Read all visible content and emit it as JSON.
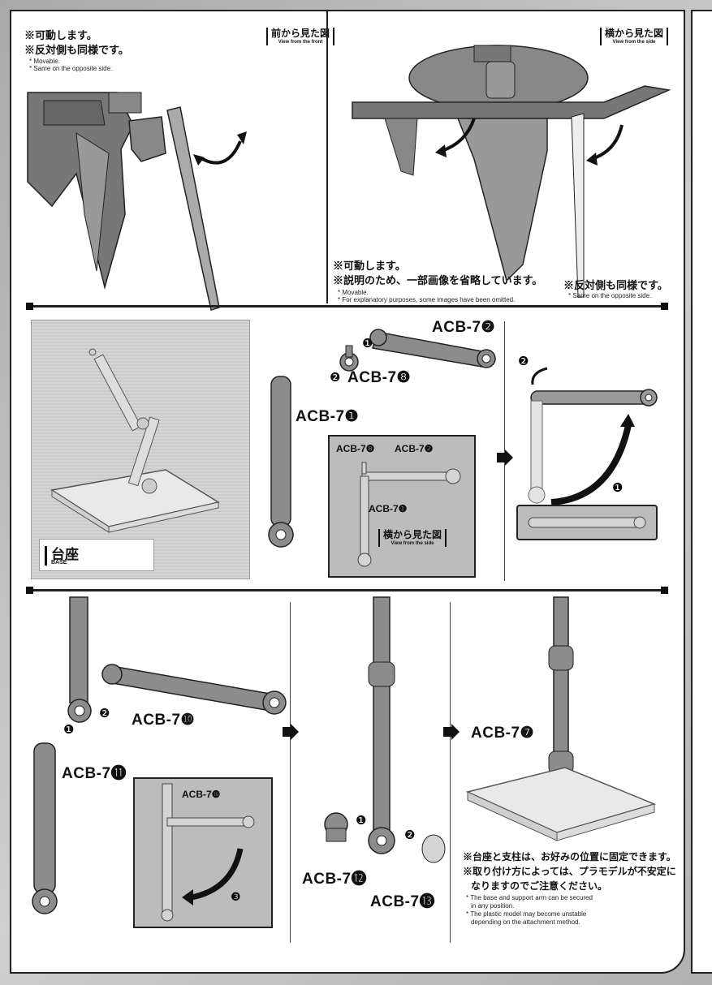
{
  "panel1": {
    "note1_jp": "※可動します。",
    "note2_jp": "※反対側も同様です。",
    "note1_en": "* Movable.",
    "note2_en": "* Same on the opposite side.",
    "view_jp": "前から見た図",
    "view_en": "View from the front"
  },
  "panel2": {
    "view_jp": "横から見た図",
    "view_en": "View from the side",
    "note1_jp": "※可動します。",
    "note2_jp": "※説明のため、一部画像を省略しています。",
    "note1_en": "* Movable.",
    "note2_en": "* For explanatory purposes, some images have been omitted.",
    "note3_jp": "※反対側も同様です。",
    "note3_en": "* Same on the opposite side."
  },
  "base_box": {
    "title_jp": "台座",
    "title_en": "BASE"
  },
  "section2": {
    "part_acb7_2": "ACB-7❷",
    "part_acb7_8": "ACB-7❽",
    "part_acb7_1": "ACB-7❶",
    "inset_acb7_8": "ACB-7❽",
    "inset_acb7_2": "ACB-7❷",
    "inset_acb7_1": "ACB-7❶",
    "inset_view_jp": "横から見た図",
    "inset_view_en": "View from the side",
    "step1": "❶",
    "step2": "❷"
  },
  "section3": {
    "part_acb7_10": "ACB-7❿",
    "part_acb7_11": "ACB-7⓫",
    "inset_acb7_10": "ACB-7❿",
    "part_acb7_12": "ACB-7⓬",
    "part_acb7_13": "ACB-7⓭",
    "part_acb7_7": "ACB-7❼",
    "step1": "❶",
    "step2": "❷",
    "step3": "❸",
    "note1_jp": "※台座と支柱は、お好みの位置に固定できます。",
    "note2_jp": "※取り付け方によっては、プラモデルが不安定に",
    "note2b_jp": "なりますのでご注意ください。",
    "note1_en": "* The base and support arm can be secured",
    "note1b_en": "in any position.",
    "note2_en": "* The plastic model may become unstable",
    "note2b_en": "depending on the attachment method."
  },
  "colors": {
    "part_gray": "#8c8c8c",
    "light_gray": "#d4d4d4",
    "base_box_bg": "#d8d8d8"
  }
}
